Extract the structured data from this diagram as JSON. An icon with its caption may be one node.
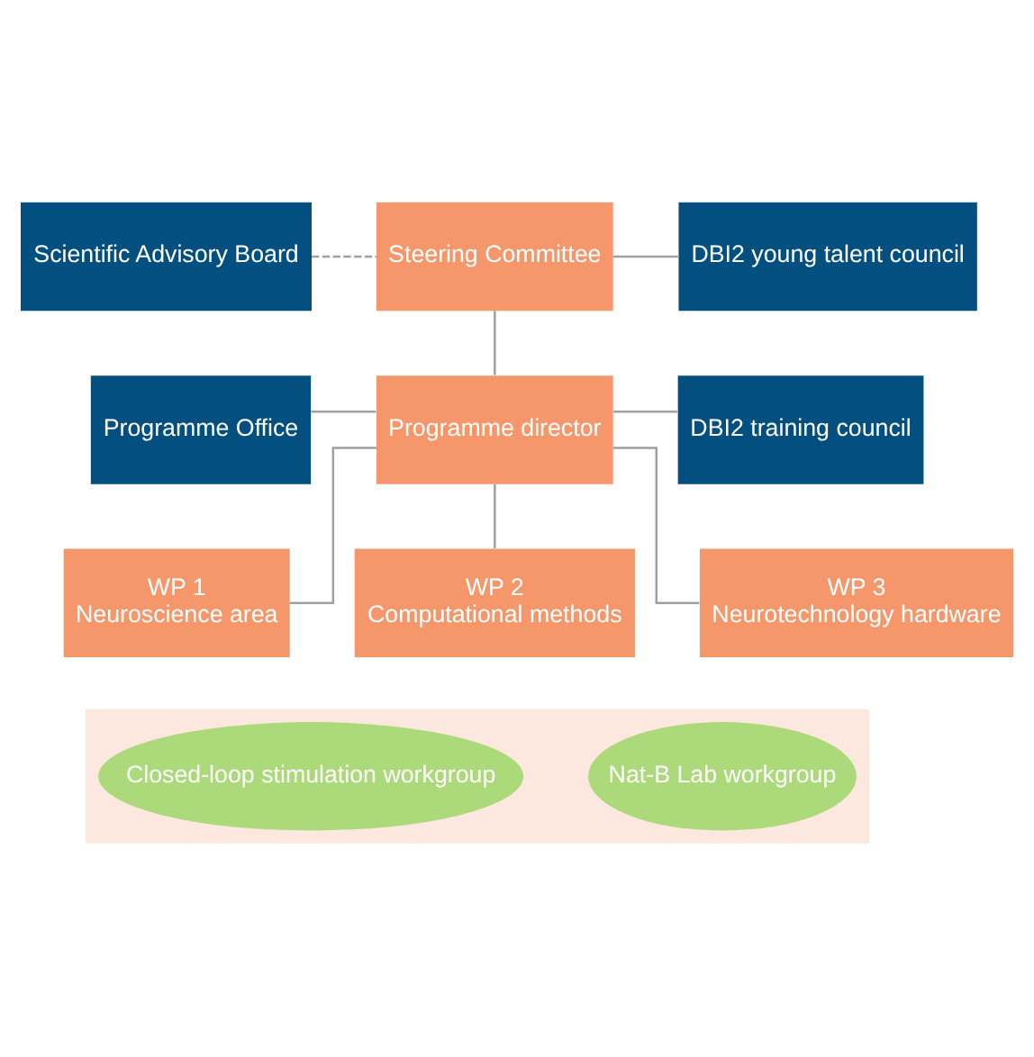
{
  "diagram": {
    "nodes": [
      {
        "text": [
          "Scientific Advisory Board"
        ]
      },
      {
        "text": [
          "Steering Committee"
        ]
      },
      {
        "text": [
          "DBI2 young talent council"
        ]
      },
      {
        "text": [
          "Programme Office"
        ]
      },
      {
        "text": [
          "Programme director"
        ]
      },
      {
        "text": [
          "DBI2 training council"
        ]
      },
      {
        "text": [
          "WP 1",
          "Neuroscience area"
        ]
      },
      {
        "text": [
          "WP 2",
          "Computational methods"
        ]
      },
      {
        "text": [
          "WP 3",
          "Neurotechnology hardware"
        ]
      },
      {
        "text": [],
        "shape": "band"
      },
      {
        "text": [
          "Closed-loop stimulation workgroup"
        ],
        "in": 9
      },
      {
        "text": [
          "Nat-B Lab workgroup"
        ],
        "in": 9
      }
    ],
    "edges": [
      {
        "from": 0,
        "to": 1,
        "arrow": "none",
        "style": "dashed"
      },
      {
        "from": 1,
        "to": 2,
        "arrow": "none"
      },
      {
        "from": 1,
        "to": 4,
        "arrow": "none"
      },
      {
        "from": 3,
        "to": 4,
        "arrow": "none"
      },
      {
        "from": 4,
        "to": 5,
        "arrow": "none"
      },
      {
        "from": 4,
        "to": 6,
        "arrow": "none"
      },
      {
        "from": 4,
        "to": 7,
        "arrow": "none"
      },
      {
        "from": 4,
        "to": 8,
        "arrow": "none"
      }
    ]
  }
}
